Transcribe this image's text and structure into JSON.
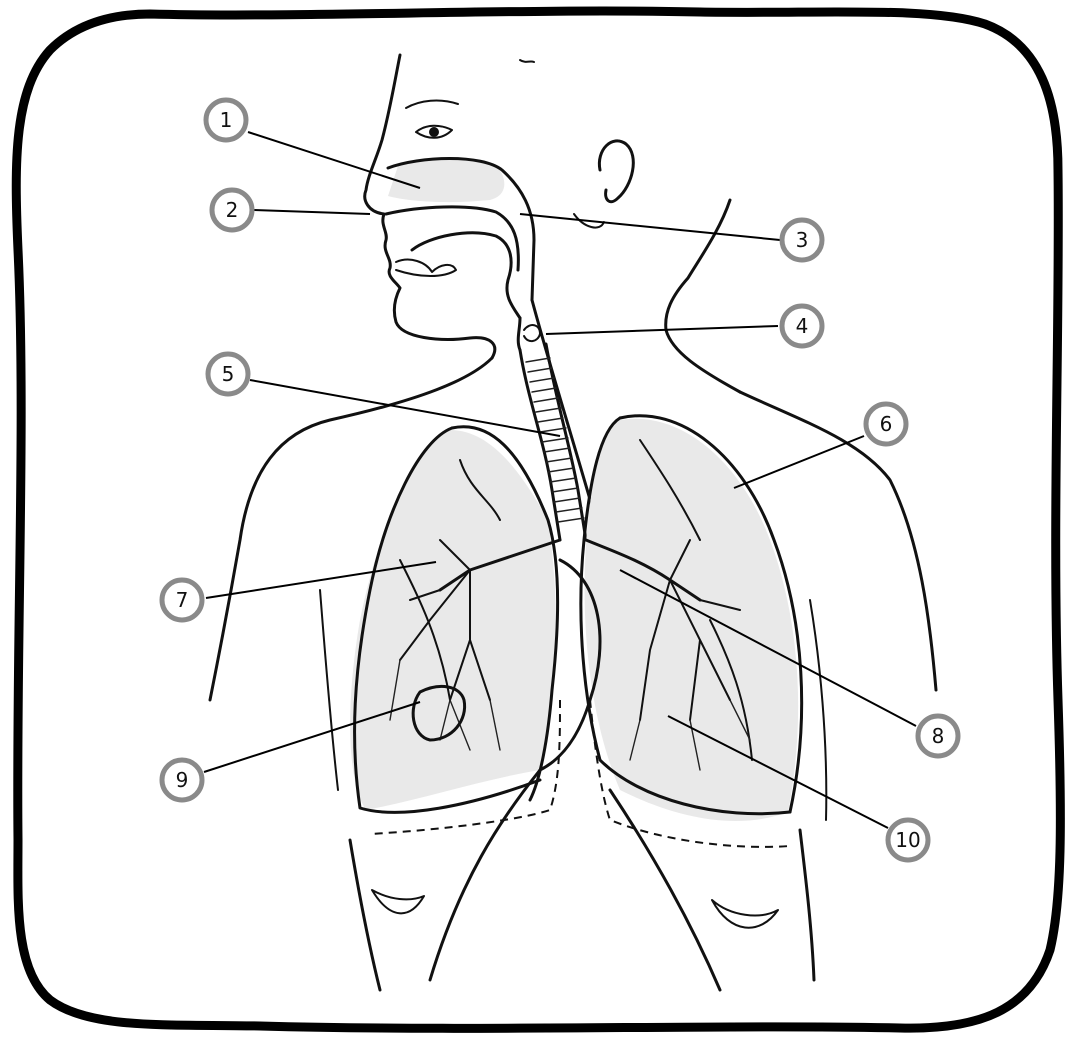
{
  "markers": [
    {
      "id": "1",
      "label": "1"
    },
    {
      "id": "2",
      "label": "2"
    },
    {
      "id": "3",
      "label": "3"
    },
    {
      "id": "4",
      "label": "4"
    },
    {
      "id": "5",
      "label": "5"
    },
    {
      "id": "6",
      "label": "6"
    },
    {
      "id": "7",
      "label": "7"
    },
    {
      "id": "8",
      "label": "8"
    },
    {
      "id": "9",
      "label": "9"
    },
    {
      "id": "10",
      "label": "10"
    }
  ],
  "colors": {
    "frame": "#000000",
    "marker_ring": "#8a8a8a",
    "ink": "#111111",
    "shading": "#e9e9e9"
  }
}
